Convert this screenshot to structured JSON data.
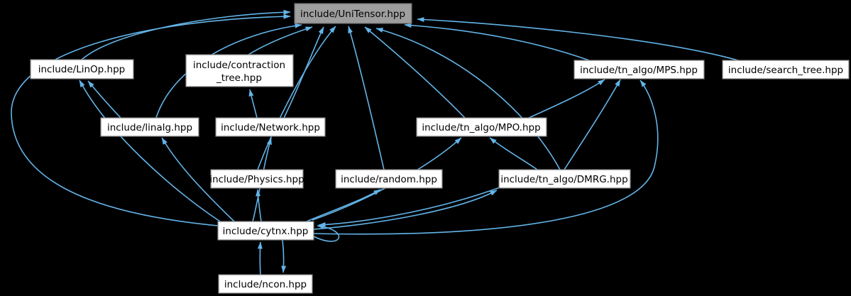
{
  "diagram": {
    "type": "include-dependency-graph",
    "background_color": "#000000",
    "edge_color": "#63b4e8",
    "root_node_fill": "#9e9e9e",
    "root_node_border": "#6b6b6b",
    "node_fill": "#ffffff",
    "node_border": "#7f7f7f",
    "text_color": "#000000"
  },
  "nodes": [
    {
      "id": "unitensor",
      "label": "include/UniTensor.hpp",
      "root": true
    },
    {
      "id": "linop",
      "label": "include/LinOp.hpp"
    },
    {
      "id": "contraction_tree",
      "label": "include/contraction _tree.hpp",
      "line1": "include/contraction",
      "line2": "_tree.hpp"
    },
    {
      "id": "mps",
      "label": "include/tn_algo/MPS.hpp"
    },
    {
      "id": "search_tree",
      "label": "include/search_tree.hpp"
    },
    {
      "id": "linalg",
      "label": "include/linalg.hpp"
    },
    {
      "id": "network",
      "label": "include/Network.hpp"
    },
    {
      "id": "mpo",
      "label": "include/tn_algo/MPO.hpp"
    },
    {
      "id": "physics",
      "label": "include/Physics.hpp"
    },
    {
      "id": "random",
      "label": "include/random.hpp"
    },
    {
      "id": "dmrg",
      "label": "include/tn_algo/DMRG.hpp"
    },
    {
      "id": "cytnx",
      "label": "include/cytnx.hpp"
    },
    {
      "id": "ncon",
      "label": "include/ncon.hpp"
    }
  ],
  "edges": [
    {
      "from": "linop",
      "to": "unitensor"
    },
    {
      "from": "cytnx",
      "to": "unitensor"
    },
    {
      "from": "contraction_tree",
      "to": "unitensor"
    },
    {
      "from": "linalg",
      "to": "unitensor"
    },
    {
      "from": "network",
      "to": "unitensor"
    },
    {
      "from": "network",
      "to": "contraction_tree"
    },
    {
      "from": "physics",
      "to": "unitensor"
    },
    {
      "from": "random",
      "to": "unitensor"
    },
    {
      "from": "mpo",
      "to": "unitensor"
    },
    {
      "from": "dmrg",
      "to": "unitensor"
    },
    {
      "from": "mps",
      "to": "unitensor"
    },
    {
      "from": "search_tree",
      "to": "unitensor"
    },
    {
      "from": "mpo",
      "to": "mps"
    },
    {
      "from": "dmrg",
      "to": "mps"
    },
    {
      "from": "dmrg",
      "to": "mpo"
    },
    {
      "from": "cytnx",
      "to": "mps"
    },
    {
      "from": "cytnx",
      "to": "linop"
    },
    {
      "from": "linalg",
      "to": "linop"
    },
    {
      "from": "cytnx",
      "to": "linalg"
    },
    {
      "from": "cytnx",
      "to": "network"
    },
    {
      "from": "cytnx",
      "to": "physics"
    },
    {
      "from": "cytnx",
      "to": "random"
    },
    {
      "from": "cytnx",
      "to": "mpo"
    },
    {
      "from": "cytnx",
      "to": "dmrg"
    },
    {
      "from": "dmrg",
      "to": "cytnx"
    },
    {
      "from": "cytnx",
      "to": "ncon"
    },
    {
      "from": "ncon",
      "to": "cytnx"
    },
    {
      "from": "cytnx",
      "to": "cytnx"
    }
  ]
}
